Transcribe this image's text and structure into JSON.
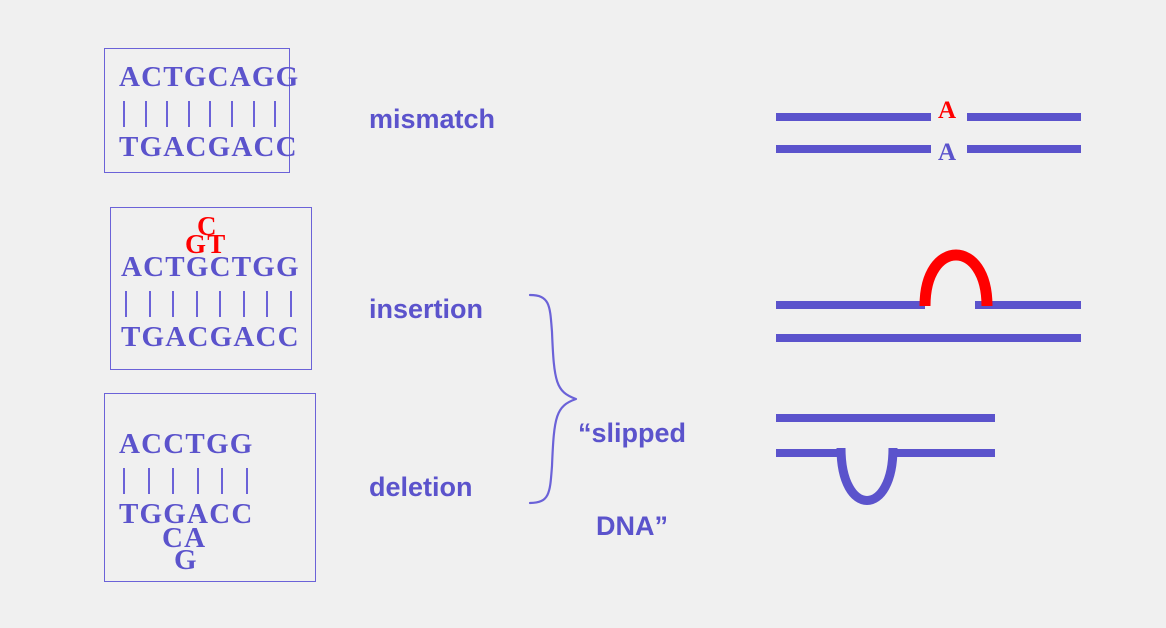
{
  "figure": {
    "title_present": false,
    "background_color": "#f0f0f0",
    "purple": "#5b53cc",
    "red": "#ff0000"
  },
  "boxes": {
    "mismatch": {
      "top_strand_prefix": "ACTGC",
      "top_strand_variant": "A",
      "top_strand_suffix": "GG",
      "bottom_strand": "TGACGACC",
      "tick_count": 8
    },
    "insertion": {
      "bulge_top": "C",
      "bulge_bottom": "GT",
      "top_strand": "ACTGCTGG",
      "bottom_strand": "TGACGACC",
      "tick_count": 8
    },
    "deletion": {
      "top_strand": "ACCTGG",
      "bottom_strand": "TGGACC",
      "loop_line1": "CA",
      "loop_line2": "G",
      "tick_count": 6
    }
  },
  "labels": {
    "mismatch": "mismatch",
    "insertion": "insertion",
    "deletion": "deletion",
    "slipped_line1": "“slipped",
    "slipped_line2": "DNA”"
  },
  "schematics": {
    "mismatch": {
      "top_base": "A",
      "top_base_color": "#ff0000",
      "bottom_base": "A",
      "bottom_base_color": "#5b53cc"
    },
    "insertion": {
      "bulge_color": "#ff0000",
      "bulge_direction": "up"
    },
    "deletion": {
      "loop_color": "#5b53cc",
      "loop_direction": "down"
    }
  }
}
